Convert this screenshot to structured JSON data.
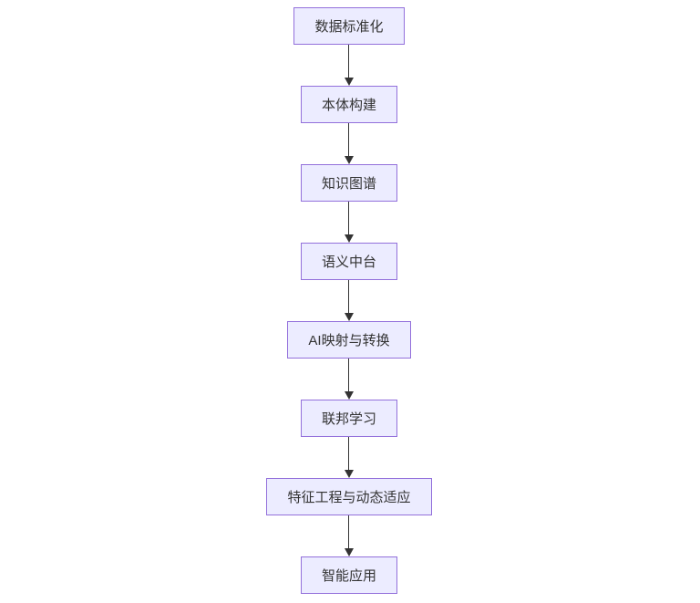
{
  "theme": {
    "node_fill": "#ECECFF",
    "node_border": "#9370DB",
    "text_color": "#333333",
    "arrow_color": "#333333",
    "canvas_bg": "#FFFFFF"
  },
  "flowchart": {
    "type": "vertical-flow",
    "direction": "top-down",
    "nodes": [
      {
        "id": "data-standardization",
        "label": "数据标准化"
      },
      {
        "id": "ontology-construction",
        "label": "本体构建"
      },
      {
        "id": "knowledge-graph",
        "label": "知识图谱"
      },
      {
        "id": "semantic-platform",
        "label": "语义中台"
      },
      {
        "id": "ai-mapping-conversion",
        "label": "AI映射与转换"
      },
      {
        "id": "federated-learning",
        "label": "联邦学习"
      },
      {
        "id": "feature-engineering-dynamic-adaptation",
        "label": "特征工程与动态适应"
      },
      {
        "id": "intelligent-application",
        "label": "智能应用"
      }
    ],
    "edges": [
      {
        "from": "data-standardization",
        "to": "ontology-construction",
        "style": "arrow"
      },
      {
        "from": "ontology-construction",
        "to": "knowledge-graph",
        "style": "arrow"
      },
      {
        "from": "knowledge-graph",
        "to": "semantic-platform",
        "style": "arrow"
      },
      {
        "from": "semantic-platform",
        "to": "ai-mapping-conversion",
        "style": "arrow"
      },
      {
        "from": "ai-mapping-conversion",
        "to": "federated-learning",
        "style": "arrow"
      },
      {
        "from": "federated-learning",
        "to": "feature-engineering-dynamic-adaptation",
        "style": "arrow"
      },
      {
        "from": "feature-engineering-dynamic-adaptation",
        "to": "intelligent-application",
        "style": "arrow"
      }
    ]
  }
}
